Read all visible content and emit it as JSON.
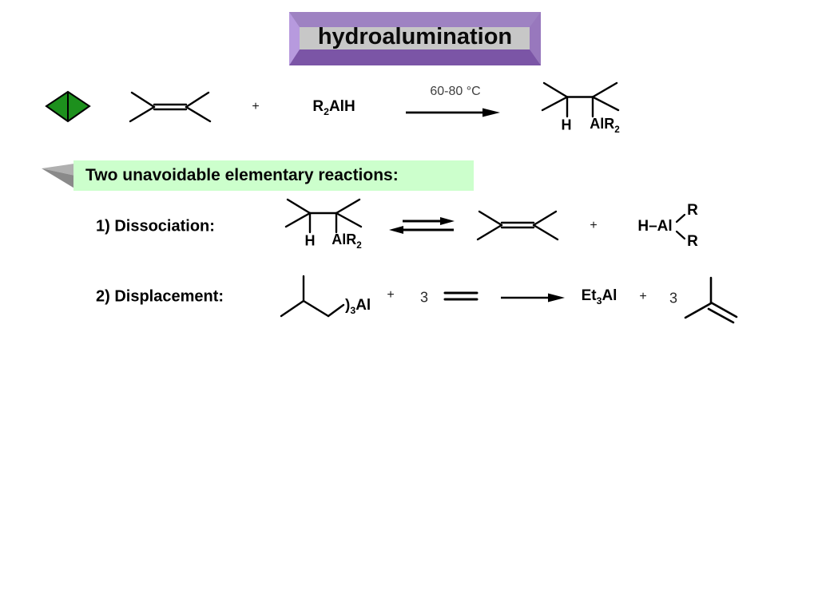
{
  "title": "hydroalumination",
  "bullet_heading": "Two unavoidable elementary reactions:",
  "main_reaction": {
    "plus": "+",
    "reagent": {
      "pre": "R",
      "sub": "2",
      "post": "AlH"
    },
    "condition": "60-80 °C",
    "product": {
      "h": "H",
      "al_pre": "AlR",
      "al_sub": "2"
    }
  },
  "dissociation": {
    "label": "1) Dissociation:",
    "reactant": {
      "h": "H",
      "al_pre": "AlR",
      "al_sub": "2"
    },
    "plus": "+",
    "hydride": {
      "hal": "H–Al",
      "r_top": "R",
      "r_bottom": "R"
    }
  },
  "displacement": {
    "label": "2) Displacement:",
    "tib_al": {
      "pre": ")",
      "sub": "3",
      "post": "Al"
    },
    "plus1": "+",
    "coeff1": "3",
    "product": {
      "pre": "Et",
      "sub": "3",
      "post": "Al"
    },
    "plus2": "+",
    "coeff2": "3"
  },
  "colors": {
    "title_face": "#c7c7c7",
    "title_bevel_left": "#b79ade",
    "title_bevel_top": "#9e82c2",
    "title_bevel_right": "#9878bd",
    "title_bevel_bottom": "#7b55a6",
    "highlight_green": "#ccffcc",
    "diamond_green": "#1d901d",
    "pointer_gray_light": "#b0b0b0",
    "pointer_gray_dark": "#8a8a8a",
    "ink": "#000000",
    "figure_gray": "#3f3f3f"
  }
}
